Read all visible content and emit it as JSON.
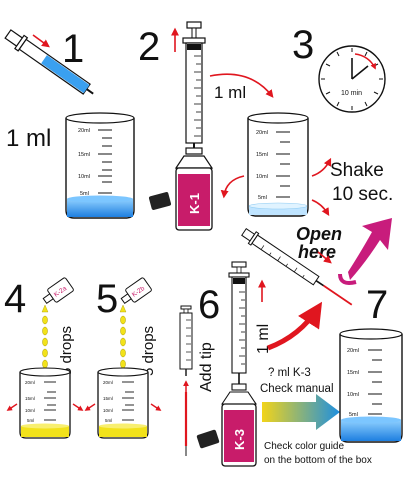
{
  "steps": {
    "s1": {
      "number": "1",
      "volume": "1 ml"
    },
    "s2": {
      "number": "2",
      "volume": "1 ml",
      "bottle_label": "K-1"
    },
    "s3": {
      "number": "3",
      "timer": "10 min",
      "shake": "Shake",
      "shake_time": "10 sec."
    },
    "open_here": {
      "line1": "Open",
      "line2": "here"
    },
    "s4": {
      "number": "4",
      "reagent": "K-2a",
      "drops": "5 drops"
    },
    "s5": {
      "number": "5",
      "reagent": "K-2b",
      "drops": "5 drops"
    },
    "s6": {
      "number": "6",
      "tip": "Add tip",
      "volume": "1 ml",
      "bottle_label": "K-3",
      "note_line1": "? ml K-3",
      "note_line2": "Check manual"
    },
    "s7": {
      "number": "7",
      "guide_line1": "Check color guide",
      "guide_line2": "on the bottom of the box"
    }
  },
  "vessel_scale": [
    "20ml",
    "15ml",
    "10ml",
    "5ml"
  ],
  "colors": {
    "blue_liquid": "#2f8fe0",
    "yellow_liquid": "#f2e21a",
    "red_arrow": "#e0161f",
    "magenta": "#c81c7c",
    "bottle_label": "#c81c6a",
    "gradient_start": "#f2d41a",
    "gradient_end": "#1d8fe0"
  }
}
